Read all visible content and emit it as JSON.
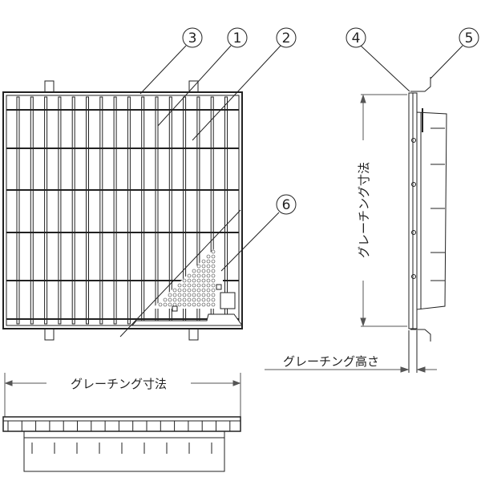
{
  "callouts": [
    {
      "label": "3"
    },
    {
      "label": "1"
    },
    {
      "label": "2"
    },
    {
      "label": "6"
    },
    {
      "label": "4"
    },
    {
      "label": "5"
    }
  ],
  "dimensions": {
    "grating_size_horizontal": "グレーチング寸法",
    "grating_size_vertical": "グレーチング寸法",
    "grating_height": "グレーチング高さ"
  },
  "colors": {
    "line": "#222222",
    "dim": "#555555"
  }
}
